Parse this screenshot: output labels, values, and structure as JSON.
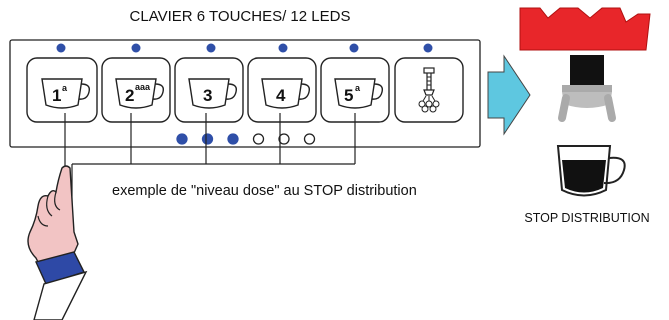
{
  "title": "CLAVIER 6 TOUCHES/ 12 LEDS",
  "example_caption": "exemple de \"niveau dose\" au STOP distribution",
  "stop_caption": "STOP DISTRIBUTION",
  "keys": [
    {
      "number": "1",
      "superscript": "a",
      "icon": "cup-icon"
    },
    {
      "number": "2",
      "superscript": "aaa",
      "icon": "cup-icon"
    },
    {
      "number": "3",
      "superscript": "",
      "icon": "cup-icon"
    },
    {
      "number": "4",
      "superscript": "",
      "icon": "cup-icon"
    },
    {
      "number": "5",
      "superscript": "a",
      "icon": "cup-icon"
    },
    {
      "number": "",
      "superscript": "",
      "icon": "hot-water-tap-icon"
    }
  ],
  "dose_level_leds": [
    true,
    true,
    true,
    false,
    false,
    false
  ],
  "colors": {
    "led_blue": "#2f4fa8",
    "arrow_cyan": "#5ec7e0",
    "machine_red": "#e8262a",
    "hand_skin": "#f2c4c4",
    "sleeve_blue": "#2e49a6"
  }
}
